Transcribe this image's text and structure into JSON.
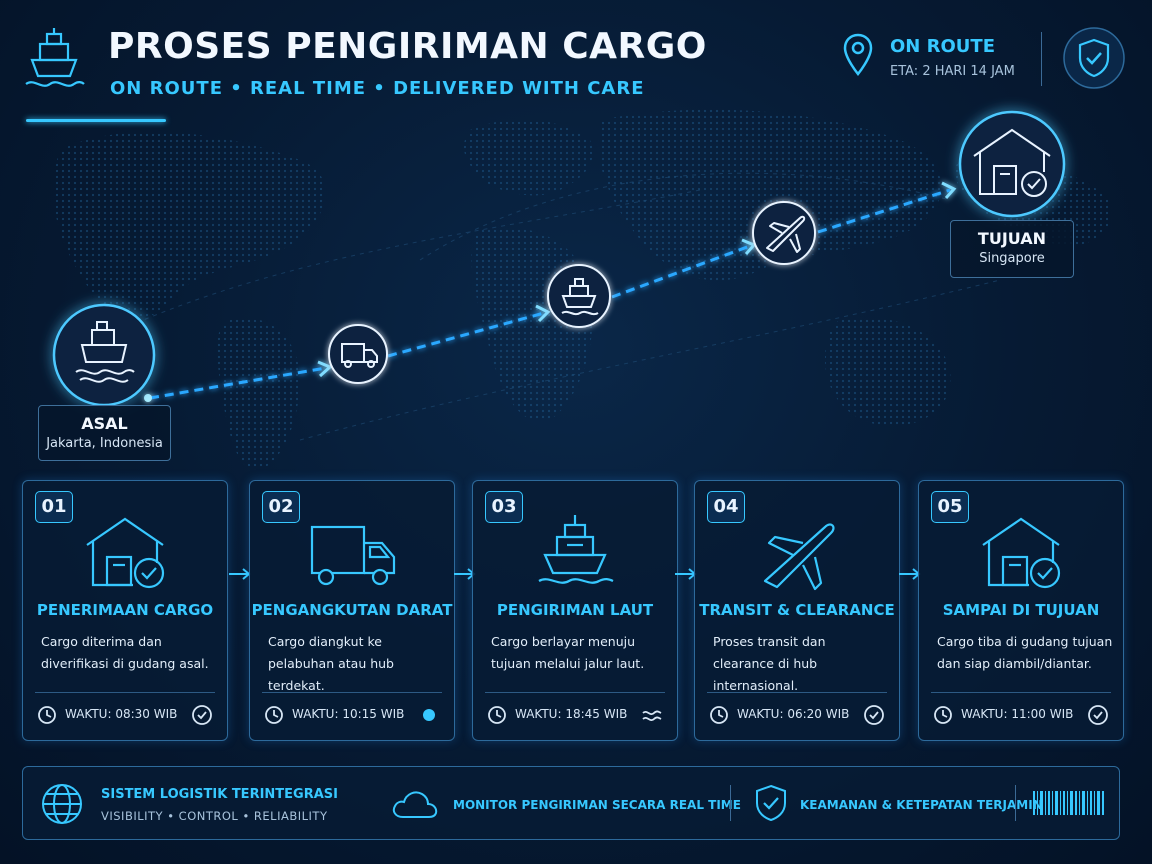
{
  "header": {
    "title": "PROSES PENGIRIMAN CARGO",
    "subtitle": "ON ROUTE • REAL TIME • DELIVERED WITH CARE",
    "logo_icon": "ship-icon"
  },
  "status": {
    "title": "ON ROUTE",
    "eta": "ETA: 2 HARI 14 JAM",
    "pin_icon": "location-pin-icon",
    "badge_icon": "shield-check-icon"
  },
  "route": {
    "origin": {
      "title": "ASAL",
      "place": "Jakarta, Indonesia",
      "icon": "cargo-ship-icon"
    },
    "waypoints": [
      {
        "icon": "truck-icon"
      },
      {
        "icon": "ship-icon"
      },
      {
        "icon": "airplane-icon"
      }
    ],
    "destination": {
      "title": "TUJUAN",
      "place": "Singapore",
      "icon": "warehouse-check-icon"
    }
  },
  "steps": [
    {
      "num": "01",
      "title": "PENERIMAAN CARGO",
      "desc": "Cargo diterima dan diverifikasi di gudang asal.",
      "time": "WAKTU: 08:30 WIB",
      "icon": "warehouse-check-icon",
      "status_icon": "check-circle-icon"
    },
    {
      "num": "02",
      "title": "PENGANGKUTAN DARAT",
      "desc": "Cargo diangkut ke pelabuhan atau hub terdekat.",
      "time": "WAKTU: 10:15 WIB",
      "icon": "truck-icon",
      "status_icon": "dot-icon"
    },
    {
      "num": "03",
      "title": "PENGIRIMAN LAUT",
      "desc": "Cargo berlayar menuju tujuan melalui jalur laut.",
      "time": "WAKTU: 18:45 WIB",
      "icon": "ship-icon",
      "status_icon": "wave-icon"
    },
    {
      "num": "04",
      "title": "TRANSIT & CLEARANCE",
      "desc": "Proses transit dan clearance di hub internasional.",
      "time": "WAKTU: 06:20 WIB",
      "icon": "airplane-icon",
      "status_icon": "check-circle-icon"
    },
    {
      "num": "05",
      "title": "SAMPAI DI TUJUAN",
      "desc": "Cargo tiba di gudang tujuan dan siap diambil/diantar.",
      "time": "WAKTU: 11:00 WIB",
      "icon": "warehouse-check-icon",
      "status_icon": "check-circle-icon"
    }
  ],
  "footer": {
    "system_title": "SISTEM LOGISTIK TERINTEGRASI",
    "system_sub": "VISIBILITY • CONTROL • RELIABILITY",
    "monitor": "MONITOR PENGIRIMAN SECARA REAL TIME",
    "security": "KEAMANAN & KETEPATAN TERJAMIN",
    "globe_icon": "globe-icon",
    "cloud_icon": "cloud-icon",
    "shield_icon": "shield-check-icon",
    "barcode_icon": "barcode-icon"
  },
  "colors": {
    "accent": "#37c8ff",
    "route_glow": "#2aa8ff",
    "background": "#061a33",
    "panel_border": "#2d6a9b"
  }
}
